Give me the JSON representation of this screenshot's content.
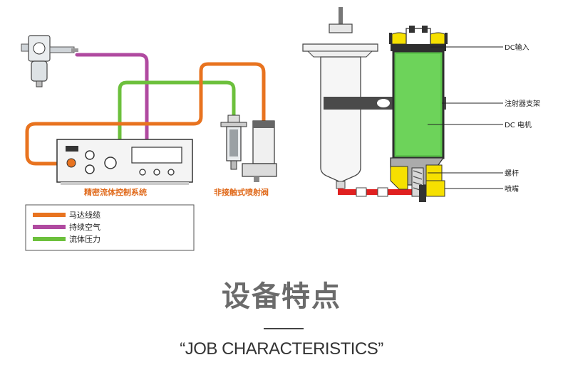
{
  "left_diagram": {
    "controller_label": "精密流体控制系统",
    "valve_label": "非接触式喷射阀",
    "legend": [
      {
        "text": "马达线缆",
        "color": "#e8731f"
      },
      {
        "text": "持续空气",
        "color": "#b04aa0"
      },
      {
        "text": "流体压力",
        "color": "#6cc03c"
      }
    ]
  },
  "right_diagram": {
    "callouts": [
      "DC输入",
      "注射器支架",
      "DC 电机",
      "螺杆",
      "喷嘴"
    ]
  },
  "section": {
    "title_cn": "设备特点",
    "title_en": "“JOB CHARACTERISTICS”"
  }
}
